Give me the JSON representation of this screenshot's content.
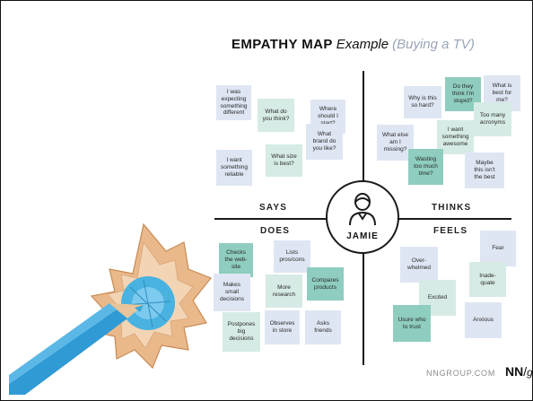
{
  "title": {
    "main": "EMPATHY MAP",
    "example": "Example",
    "subject": "(Buying a TV)"
  },
  "persona": {
    "name": "JAMIE",
    "icon": "person-icon"
  },
  "quadrants": {
    "says": "SAYS",
    "thinks": "THINKS",
    "does": "DOES",
    "feels": "FEELS"
  },
  "notes": {
    "says": [
      "I was\nexpecting\nsomething\ndifferent",
      "What do\nyou think?",
      "Where\nshould I\nstart?",
      "What\nbrand do\nyou like?",
      "What size\nis best?",
      "I want\nsomething\nreliable"
    ],
    "thinks": [
      "Do they\nthink I'm\nstupid?",
      "What is\nbest for\nme?",
      "Why is this\nso hard?",
      "Too many\nacronyms",
      "I want\nsomething\nawesome",
      "What else\nam I\nmissing?",
      "Wasting\ntoo much\ntime?",
      "Maybe\nthis isn't\nthe best"
    ],
    "does": [
      "Checks\nthe web-\nsite",
      "Lists\npros/cons",
      "Compares\nproducts",
      "Makes\nsmall\ndecisions",
      "More\nresearch",
      "Postpones\nbig\ndecisions",
      "Observes\nin store",
      "Asks\nfriends"
    ],
    "feels": [
      "Fear",
      "Over-\nwhelmed",
      "Inade-\nquate",
      "Excited",
      "Usure who\nto trust",
      "Anxious"
    ]
  },
  "footer": {
    "site": "NNGROUP.COM",
    "logo_nn": "NN",
    "logo_g": "g"
  },
  "colors": {
    "note_blue": "#dfe6f3",
    "note_mint": "#d6ebe5",
    "note_teal": "#8ecdbf",
    "line": "#1a1a1a",
    "pencil_blue": "#3da7d8"
  },
  "decoration": "pencil-sharpening-illustration"
}
